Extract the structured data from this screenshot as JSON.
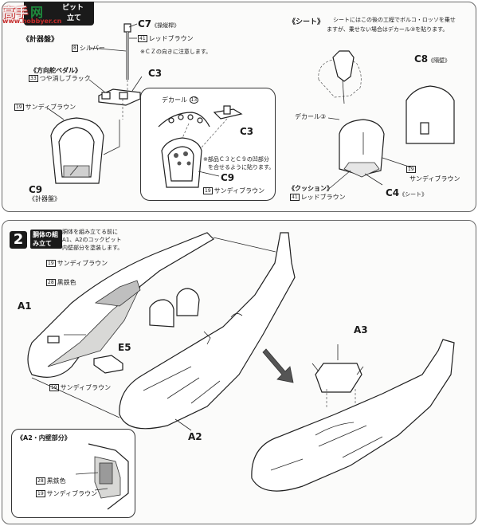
{
  "header": {
    "step1_partial_title": "ピット",
    "step1_partial_title2": "立て"
  },
  "watermark": {
    "text1": "高手",
    "text2": "网",
    "text3": "www.hobbyer.cn"
  },
  "instrument": {
    "section_title": "《計器盤》",
    "rudder_title": "《方向舵ペダル》",
    "c7": "C7",
    "c7_sub": "《操縦桿》",
    "c3": "C3",
    "c9": "C9",
    "c9_sub": "《計器盤》",
    "labels": {
      "red_brown": "レッドブラウン",
      "red_brown_code": "41",
      "silver": "シルバー",
      "silver_code": "8",
      "flat_black": "つや消しブラック",
      "flat_black_code": "33",
      "sandy_brown": "サンディブラウン",
      "sandy_brown_code": "19"
    },
    "c7_note": "※ＣＺの向きに注意します。"
  },
  "inset_c9": {
    "decal": "デカール",
    "decal_num": "13",
    "c3": "C3",
    "c9": "C9",
    "sandy_brown": "サンディブラウン",
    "sandy_brown_code": "19",
    "note1": "※部品Ｃ３とＣ９の凹部分",
    "note2": "を合せるように貼ります。"
  },
  "seat": {
    "title": "《シート》",
    "note1": "シートにはこの後の工程でボルコ・ロッソを乗せ",
    "note2": "ますが、乗せない場合はデカール③を貼ります。",
    "decal": "デカール③",
    "c8": "C8",
    "c8_sub": "《隔壁》",
    "sandy_brown": "サンディブラウン",
    "sandy_brown_code": "19",
    "cushion": "《クッション》",
    "red_brown": "レッドブラウン",
    "red_brown_code": "41",
    "c4": "C4",
    "c4_sub": "《シート》"
  },
  "step2": {
    "number": "2",
    "title": "胴体の組み立て",
    "note1": "胴体を組み立てる前に",
    "note2": "A1、A2のコックピット",
    "note3": "内壁部分を塗装します。",
    "sandy_brown": "サンディブラウン",
    "sandy_brown_code": "19",
    "iron_black": "黒鉄色",
    "iron_black_code": "28",
    "a1": "A1",
    "a2": "A2",
    "a3": "A3",
    "e5": "E5",
    "inset_title": "《A2・内壁部分》",
    "inset_iron_black": "黒鉄色",
    "inset_iron_black_code": "28",
    "inset_sandy": "サンディブラウン",
    "inset_sandy_code": "19"
  }
}
